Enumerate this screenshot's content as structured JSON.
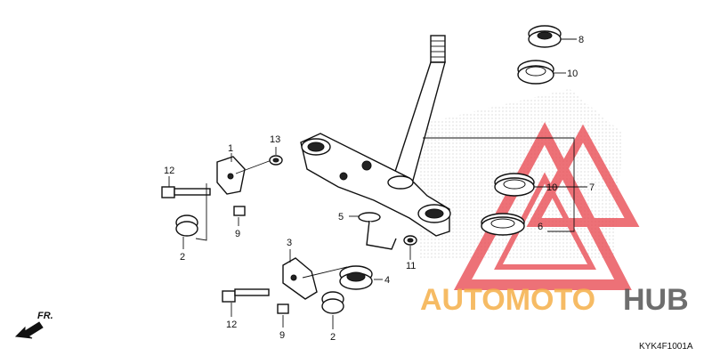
{
  "diagram": {
    "code": "KYK4F1001A",
    "direction": "FR.",
    "callouts": [
      {
        "id": "c1",
        "text": "1"
      },
      {
        "id": "c2a",
        "text": "2"
      },
      {
        "id": "c2b",
        "text": "2"
      },
      {
        "id": "c3",
        "text": "3"
      },
      {
        "id": "c4",
        "text": "4"
      },
      {
        "id": "c5",
        "text": "5"
      },
      {
        "id": "c6",
        "text": "6"
      },
      {
        "id": "c7",
        "text": "7"
      },
      {
        "id": "c8",
        "text": "8"
      },
      {
        "id": "c9a",
        "text": "9"
      },
      {
        "id": "c9b",
        "text": "9"
      },
      {
        "id": "c10a",
        "text": "10"
      },
      {
        "id": "c10b",
        "text": "10"
      },
      {
        "id": "c11",
        "text": "11"
      },
      {
        "id": "c12a",
        "text": "12"
      },
      {
        "id": "c12b",
        "text": "12"
      },
      {
        "id": "c13",
        "text": "13"
      }
    ]
  },
  "watermark": {
    "word1": "AUTOMOTO",
    "word2": "HUB",
    "color1": "#f5b04a",
    "color2": "#555555",
    "triangle_color": "#e8424a"
  }
}
